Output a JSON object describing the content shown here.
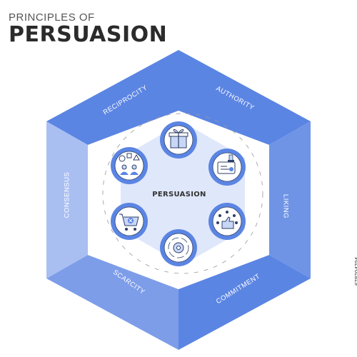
{
  "title": {
    "small": "PRINCIPLES OF",
    "big": "PERSUASION"
  },
  "center": {
    "label": "PERSUASION"
  },
  "segments": [
    {
      "label": "RECIPROCITY"
    },
    {
      "label": "AUTHORITY"
    },
    {
      "label": "LIKING"
    },
    {
      "label": "COMMITMENT"
    },
    {
      "label": "SCARCITY"
    },
    {
      "label": "CONSENSUS"
    }
  ],
  "icons": [
    {
      "name": "gift-box-icon"
    },
    {
      "name": "id-card-stamp-icon"
    },
    {
      "name": "thumbs-up-network-icon"
    },
    {
      "name": "gear-cycle-icon"
    },
    {
      "name": "shopping-cart-cancel-icon"
    },
    {
      "name": "group-shapes-icon"
    }
  ],
  "colors": {
    "segment_dark": "#5b85e3",
    "segment_light": "#a9bff2",
    "inner_fill": "#ffffff",
    "center_fill": "#dfe7fb",
    "icon_circle": "#5b85e3"
  },
  "watermark": "678704794"
}
